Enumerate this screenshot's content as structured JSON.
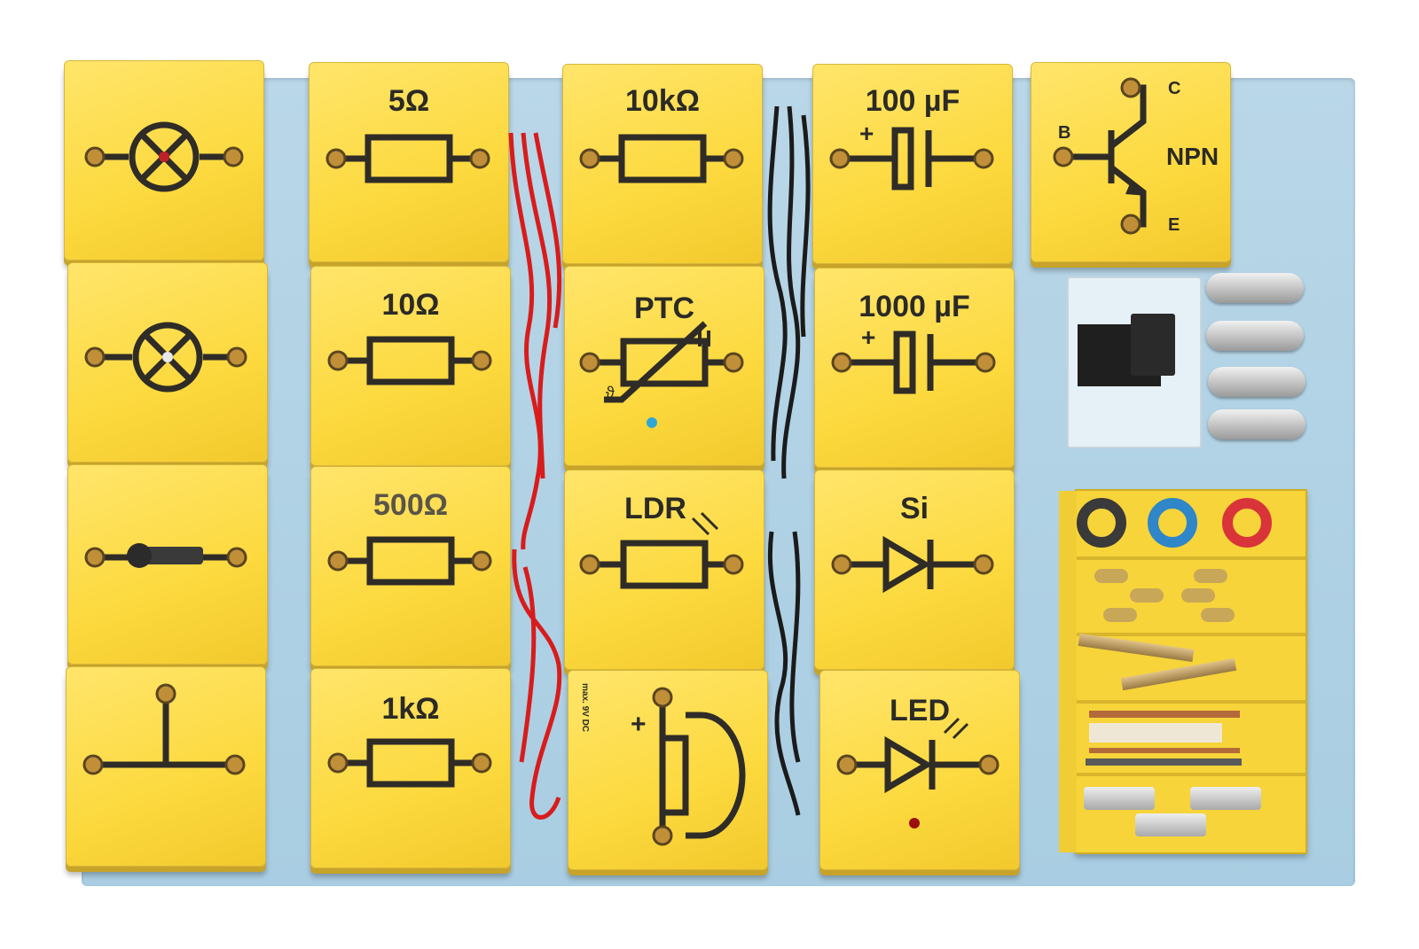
{
  "labels": {
    "r5": "5Ω",
    "r10k": "10kΩ",
    "c100": "100 µF",
    "npn": "NPN",
    "npn_b": "B",
    "npn_c": "C",
    "npn_e": "E",
    "r10": "10Ω",
    "ptc": "PTC",
    "c1000": "1000 µF",
    "r500": "500Ω",
    "ldr": "LDR",
    "si": "Si",
    "r1k": "1kΩ",
    "buzzer_max": "max. 9V DC",
    "led": "LED",
    "plus": "+",
    "theta": "ϑ"
  },
  "colors": {
    "board": "#b3d3e6",
    "block": "#fcd93e",
    "symbol": "#2f2c27",
    "red_lead": "#d81c1c",
    "black_lead": "#1b1b1b"
  }
}
